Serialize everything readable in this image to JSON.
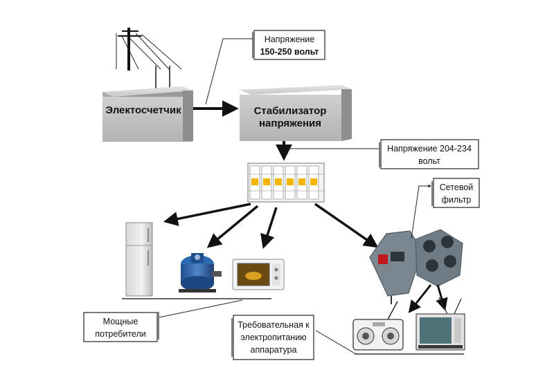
{
  "blocks": {
    "meter": "Электосчетчик",
    "stabilizer_line1": "Стабилизатор",
    "stabilizer_line2": "напряжения"
  },
  "callouts": {
    "input_voltage_line1": "Напряжение",
    "input_voltage_line2": "150-250 вольт",
    "output_voltage_line1": "Напряжение 204-234",
    "output_voltage_line2": "вольт",
    "network_filter_line1": "Сетевой",
    "network_filter_line2": "фильтр",
    "powerful_consumers_line1": "Мощные",
    "powerful_consumers_line2": "потребители",
    "sensitive_line1": "Требовательная к",
    "sensitive_line2": "электропитанию",
    "sensitive_line3": "аппаратура"
  },
  "devices": {
    "circuit_breakers": "circuit-breaker-icon",
    "refrigerator": "refrigerator-icon",
    "water_pump": "water-pump-icon",
    "microwave": "microwave-icon",
    "surge_protector": "surge-protector-icon",
    "radio": "radio-icon",
    "tv": "tv-icon",
    "power_pole": "power-pole-icon"
  }
}
